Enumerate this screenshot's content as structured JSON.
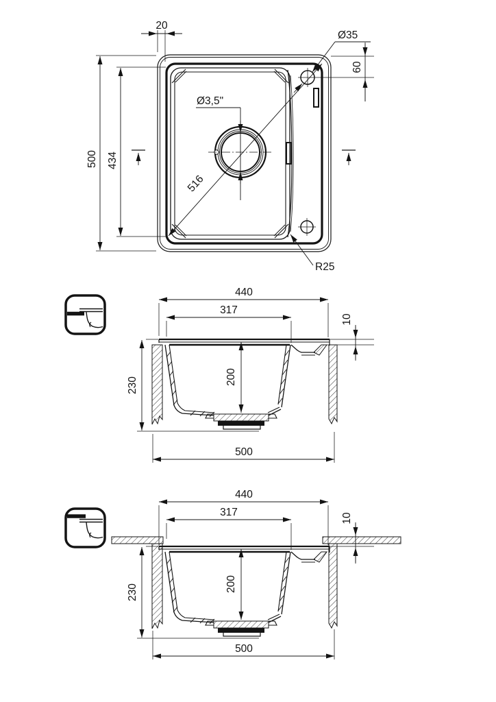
{
  "top_view": {
    "rim_width": "20",
    "hole_diameter": "Ø35",
    "hole_offset": "60",
    "outer_length": "500",
    "inner_length": "434",
    "drain_diameter": "Ø3,5\"",
    "diagonal": "516",
    "corner_radius": "R25"
  },
  "section_inset": {
    "overall_width": "440",
    "bowl_width": "317",
    "rim_height": "10",
    "total_depth": "230",
    "bowl_depth": "200",
    "base_width": "500"
  },
  "section_flush": {
    "overall_width": "440",
    "bowl_width": "317",
    "rim_height": "10",
    "total_depth": "230",
    "bowl_depth": "200",
    "base_width": "500"
  },
  "icons": {
    "inset_mount": "topmount-install-icon",
    "flush_mount": "flushmount-install-icon"
  }
}
